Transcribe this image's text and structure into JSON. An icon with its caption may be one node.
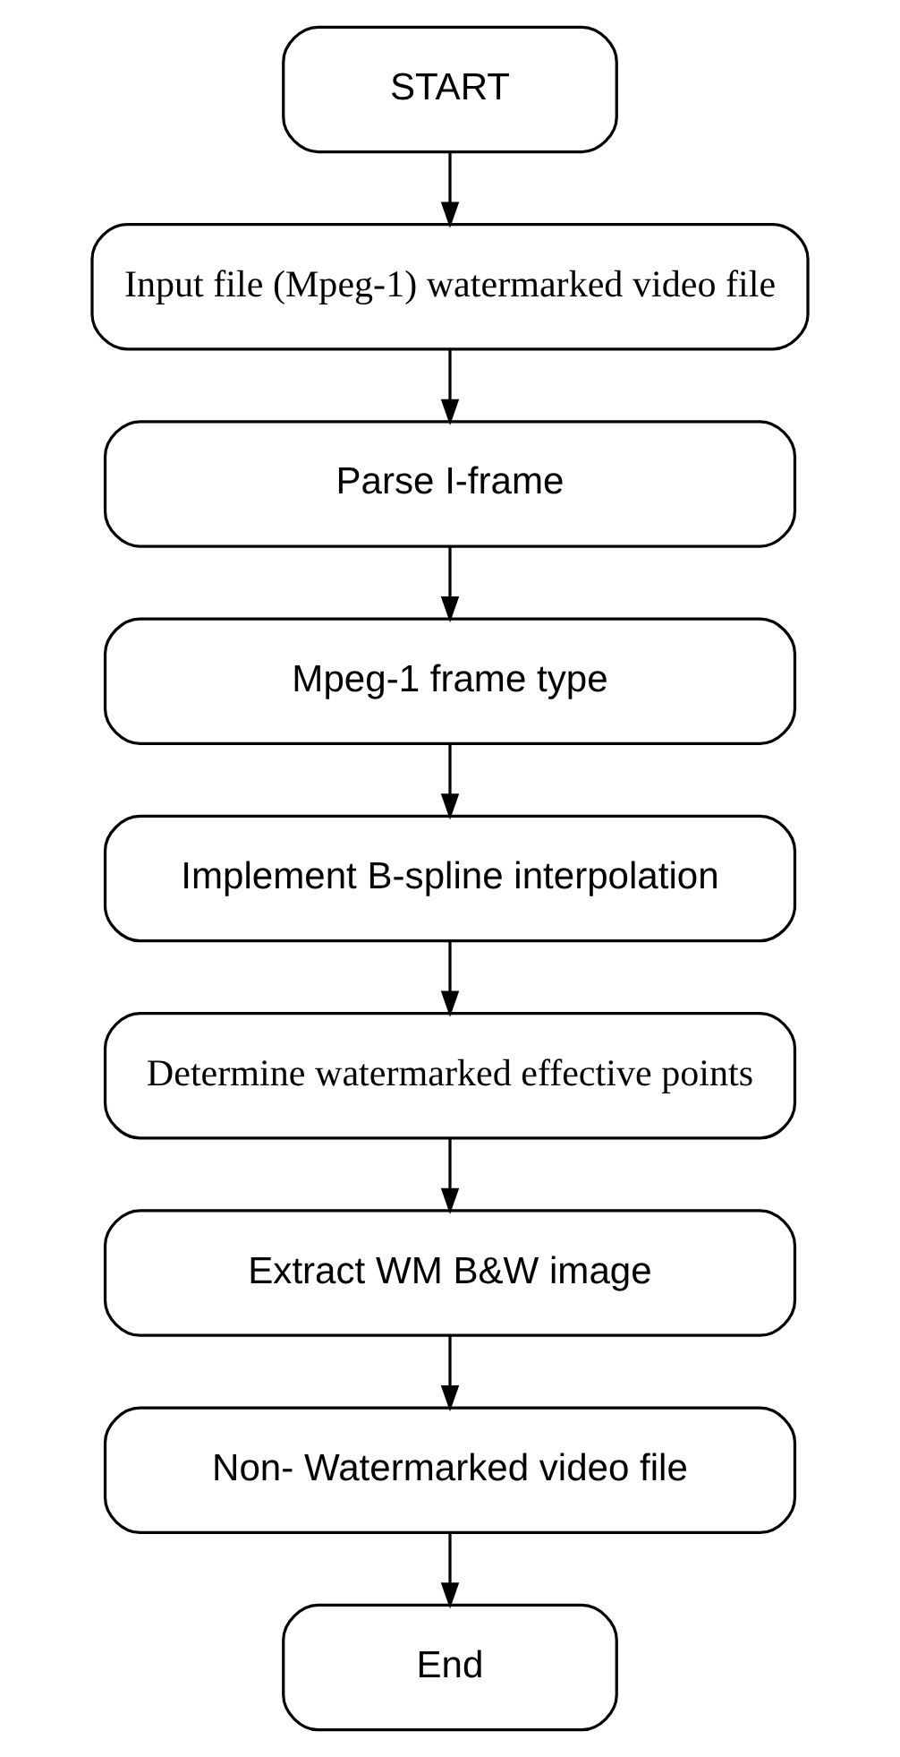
{
  "diagram": {
    "nodes": [
      {
        "text": [
          "START"
        ]
      },
      {
        "text": [
          "Input file (Mpeg-1) watermarked video file"
        ]
      },
      {
        "text": [
          "Parse I-frame"
        ]
      },
      {
        "text": [
          "Mpeg-1 frame type"
        ]
      },
      {
        "text": [
          "Implement B-spline interpolation"
        ]
      },
      {
        "text": [
          "Determine watermarked effective points"
        ]
      },
      {
        "text": [
          "Extract WM B&W image"
        ]
      },
      {
        "text": [
          "Non- Watermarked video file"
        ]
      },
      {
        "text": [
          "End"
        ]
      }
    ],
    "edges": [
      {
        "from": 0,
        "to": 1,
        "arrow": "to"
      },
      {
        "from": 1,
        "to": 2,
        "arrow": "to"
      },
      {
        "from": 2,
        "to": 3,
        "arrow": "to"
      },
      {
        "from": 3,
        "to": 4,
        "arrow": "to"
      },
      {
        "from": 4,
        "to": 5,
        "arrow": "to"
      },
      {
        "from": 5,
        "to": 6,
        "arrow": "to"
      },
      {
        "from": 6,
        "to": 7,
        "arrow": "to"
      },
      {
        "from": 7,
        "to": 8,
        "arrow": "to"
      }
    ]
  }
}
